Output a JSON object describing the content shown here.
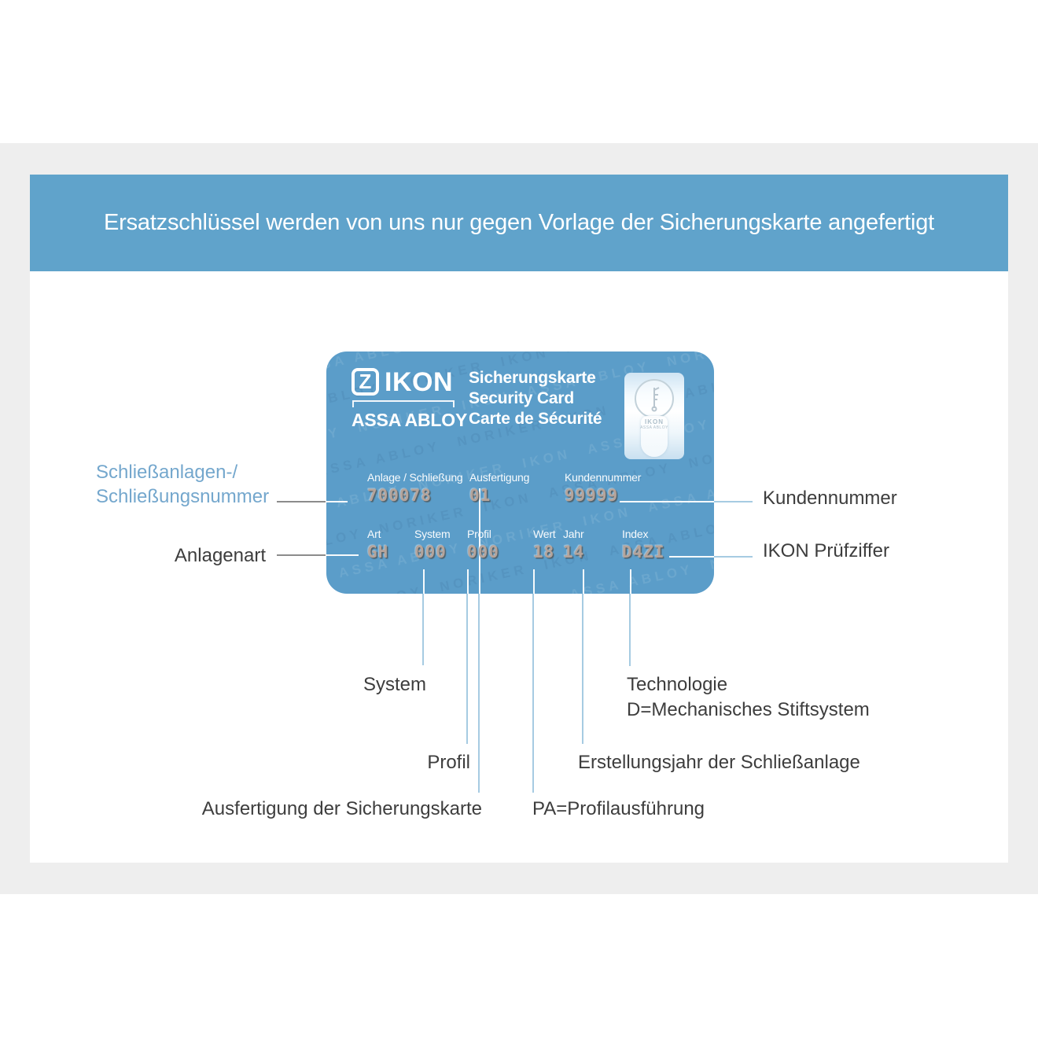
{
  "banner": {
    "headline": "Ersatzschlüssel werden von uns nur gegen Vorlage der Sicherungskarte angefertigt"
  },
  "card": {
    "logo": {
      "z": "Z",
      "name": "IKON",
      "company": "ASSA ABLOY"
    },
    "titles": {
      "de": "Sicherungskarte",
      "en": "Security Card",
      "fr": "Carte de Sécurité"
    },
    "hologram": {
      "brand": "IKON",
      "company": "ASSA ABLOY"
    },
    "watermark_words": [
      "IKON",
      "ASSA ABLOY",
      "NORIKER"
    ],
    "row1": [
      {
        "label": "Anlage / Schließung",
        "value": "700078"
      },
      {
        "label": "Ausfertigung",
        "value": "01"
      },
      {
        "label": "Kundennummer",
        "value": "99999"
      }
    ],
    "row2": [
      {
        "label": "Art",
        "value": "GH"
      },
      {
        "label": "System",
        "value": "000"
      },
      {
        "label": "Profil",
        "value": "000"
      },
      {
        "label": "Wert",
        "value": "18"
      },
      {
        "label": "Jahr",
        "value": "14"
      },
      {
        "label": "Index",
        "value": "D4ZI"
      }
    ]
  },
  "labels": {
    "schliessanlagen_line1": "Schließanlagen-/",
    "schliessanlagen_line2": "Schließungsnummer",
    "anlagenart": "Anlagenart",
    "kundennummer": "Kundennummer",
    "ikon_pruefziffer": "IKON Prüfziffer",
    "system": "System",
    "technologie_line1": "Technologie",
    "technologie_line2": "D=Mechanisches Stiftsystem",
    "profil": "Profil",
    "erstellungsjahr": "Erstellungsjahr der Schließanlage",
    "ausfertigung_karte": "Ausfertigung der Sicherungskarte",
    "pa": "PA=Profilausführung"
  },
  "colors": {
    "banner_blue": "#60a3cb",
    "card_blue": "#5b9dc9",
    "panel_gray": "#eeeeee",
    "label_blue": "#74a7cd",
    "label_dark": "#3d3d3d",
    "connector_gray": "#8c8c8c",
    "connector_blue": "#a6cbe2",
    "emboss": "#b5a49b"
  }
}
